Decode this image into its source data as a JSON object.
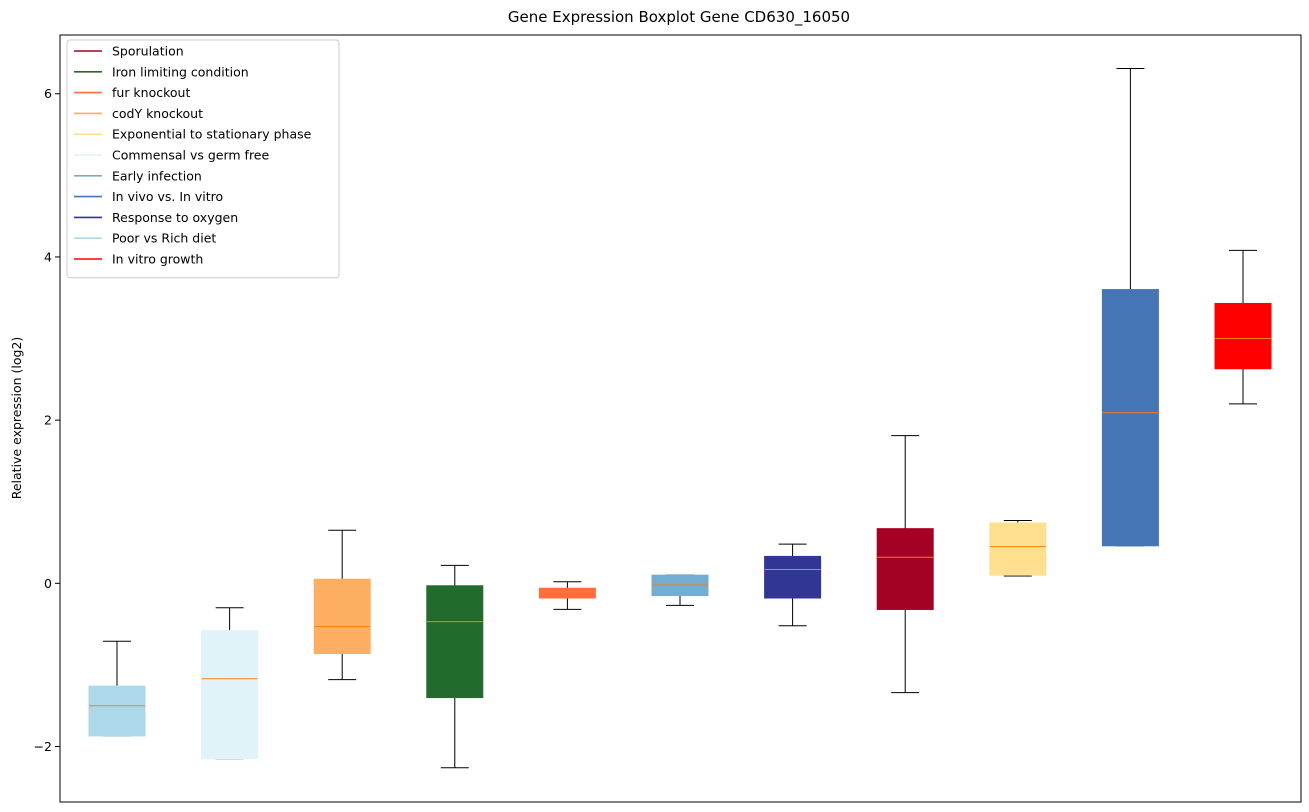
{
  "chart_data": {
    "type": "boxplot",
    "title": "Gene Expression Boxplot Gene CD630_16050",
    "xlabel": "",
    "ylabel": "Relative expression (log2)",
    "ylim": [
      -2.68,
      6.72
    ],
    "yticks": [
      -2,
      0,
      2,
      4,
      6
    ],
    "ytick_labels": [
      "−2",
      "0",
      "2",
      "4",
      "6"
    ],
    "grid": false,
    "legend_position": "top-left",
    "legend": [
      {
        "label": "Sporulation",
        "color": "#a50026"
      },
      {
        "label": "Iron limiting condition",
        "color": "#236b2d"
      },
      {
        "label": "fur knockout",
        "color": "#ff6e3c"
      },
      {
        "label": "codY knockout",
        "color": "#fdae61"
      },
      {
        "label": "Exponential to stationary phase",
        "color": "#fee090"
      },
      {
        "label": "Commensal vs germ free",
        "color": "#e0f3f8"
      },
      {
        "label": "Early infection",
        "color": "#74add1"
      },
      {
        "label": "In vivo vs. In vitro",
        "color": "#4575b4"
      },
      {
        "label": "Response to oxygen",
        "color": "#313695"
      },
      {
        "label": "Poor vs Rich diet",
        "color": "#abd9e9"
      },
      {
        "label": "In vitro growth",
        "color": "#ff0000"
      }
    ],
    "series": [
      {
        "color": "#abd9e9",
        "whisker_low": -1.87,
        "q1": -1.87,
        "median": -1.5,
        "q3": -1.26,
        "whisker_high": -0.71
      },
      {
        "color": "#e0f3f8",
        "whisker_low": -2.15,
        "q1": -2.15,
        "median": -1.17,
        "q3": -0.58,
        "whisker_high": -0.3
      },
      {
        "color": "#fdae61",
        "whisker_low": -1.18,
        "q1": -0.86,
        "median": -0.53,
        "q3": 0.05,
        "whisker_high": 0.65
      },
      {
        "color": "#236b2d",
        "whisker_low": -2.26,
        "q1": -1.4,
        "median": -0.47,
        "q3": -0.03,
        "whisker_high": 0.22
      },
      {
        "color": "#ff6e3c",
        "whisker_low": -0.32,
        "q1": -0.18,
        "median": -0.1,
        "q3": -0.06,
        "whisker_high": 0.02
      },
      {
        "color": "#74add1",
        "whisker_low": -0.27,
        "q1": -0.15,
        "median": -0.02,
        "q3": 0.1,
        "whisker_high": 0.1
      },
      {
        "color": "#313695",
        "whisker_low": -0.52,
        "q1": -0.18,
        "median": 0.17,
        "q3": 0.33,
        "whisker_high": 0.48
      },
      {
        "color": "#a50026",
        "whisker_low": -1.34,
        "q1": -0.32,
        "median": 0.32,
        "q3": 0.67,
        "whisker_high": 1.81
      },
      {
        "color": "#fee090",
        "whisker_low": 0.09,
        "q1": 0.1,
        "median": 0.45,
        "q3": 0.74,
        "whisker_high": 0.77
      },
      {
        "color": "#4575b4",
        "whisker_low": 0.46,
        "q1": 0.46,
        "median": 2.09,
        "q3": 3.6,
        "whisker_high": 6.31
      },
      {
        "color": "#ff0000",
        "whisker_low": 2.2,
        "q1": 2.63,
        "median": 3.0,
        "q3": 3.43,
        "whisker_high": 4.08
      }
    ],
    "median_color": "#ff7f0e",
    "whisker_color": "#000000"
  }
}
